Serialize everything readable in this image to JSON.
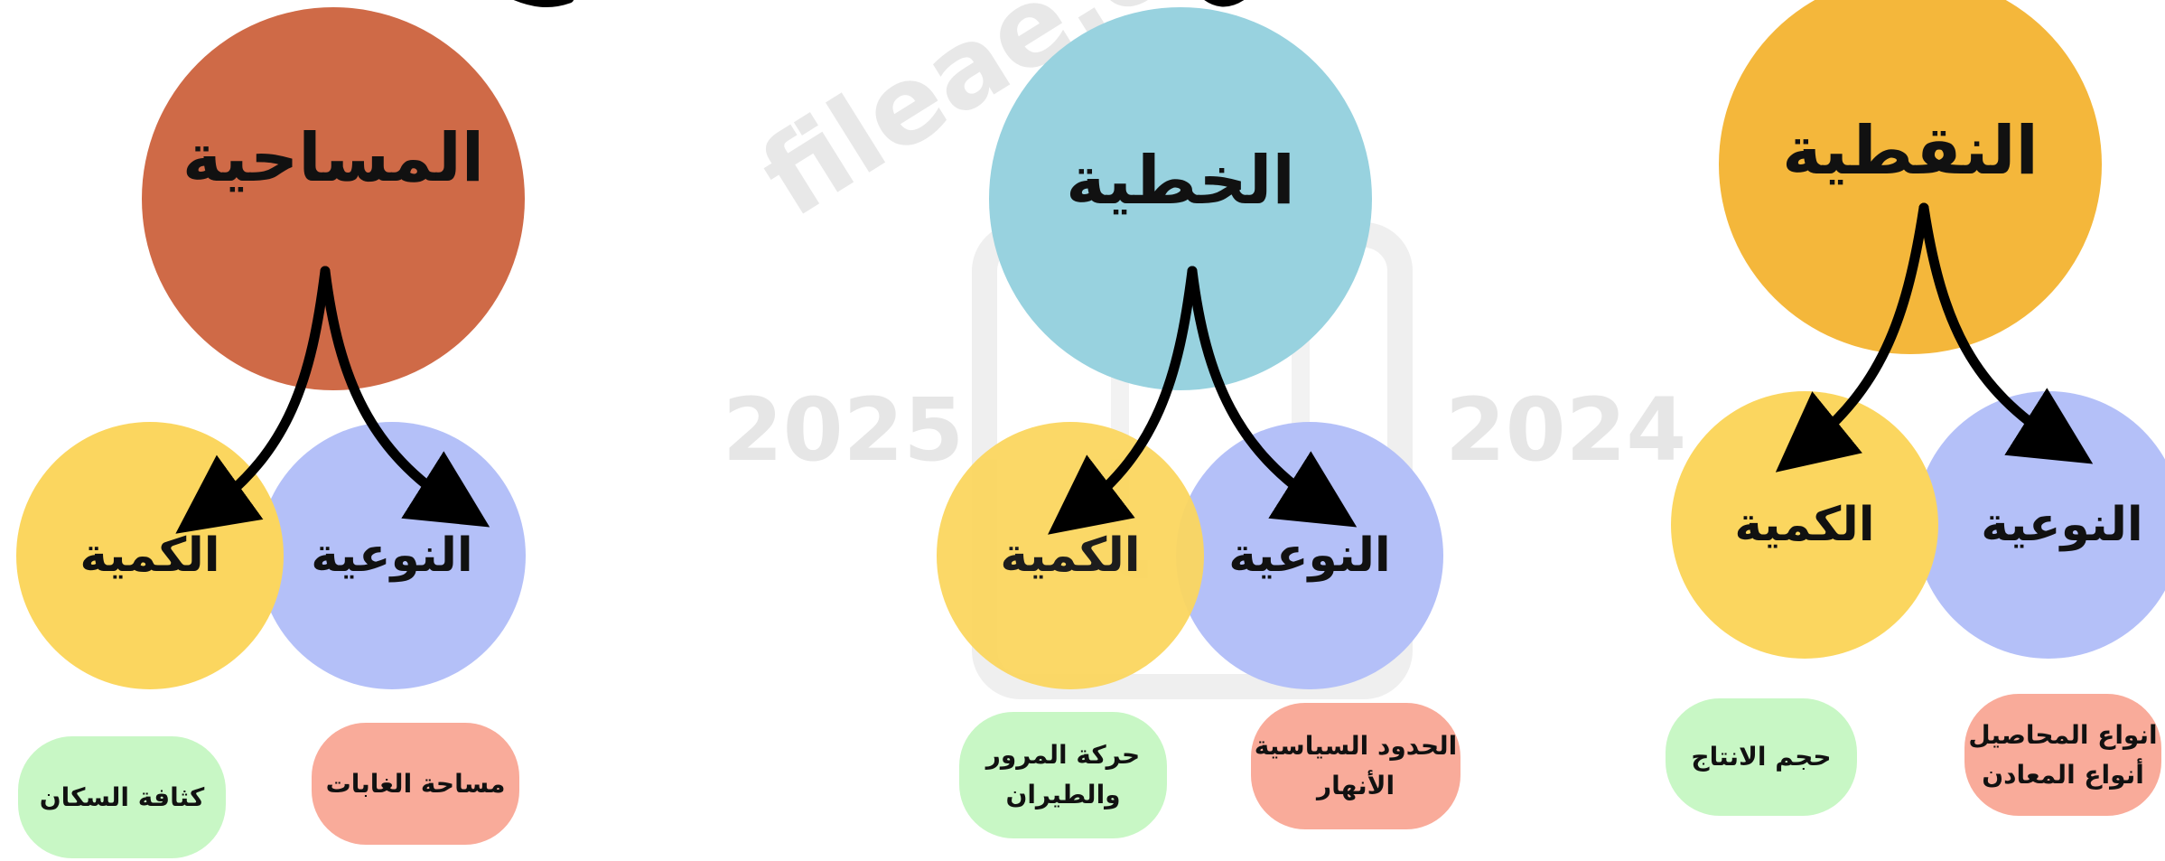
{
  "colors": {
    "orange_red": "#cf6a47",
    "teal": "#98d2df",
    "amber": "#f4b73b",
    "yellow": "#fbd65f",
    "lavender": "#b4c0f8",
    "mint": "#c8f7c5",
    "salmon": "#f9ab9a",
    "arrow": "#000000"
  },
  "watermark": {
    "site": "fileae.com/om",
    "year_left": "2025",
    "year_right": "2024"
  },
  "groups": [
    {
      "title": "المساحية",
      "quantitative": "الكمية",
      "qualitative": "النوعية",
      "quantitative_example": [
        "كثافة السكان"
      ],
      "qualitative_example": [
        "مساحة الغابات"
      ]
    },
    {
      "title": "الخطية",
      "quantitative": "الكمية",
      "qualitative": "النوعية",
      "quantitative_example": [
        "حركة المرور",
        "والطيران"
      ],
      "qualitative_example": [
        "الحدود السياسية",
        "الأنهار"
      ]
    },
    {
      "title": "النقطية",
      "quantitative": "الكمية",
      "qualitative": "النوعية",
      "quantitative_example": [
        "حجم الانتاج"
      ],
      "qualitative_example": [
        "انواع المحاصيل",
        "أنواع المعادن"
      ]
    }
  ]
}
